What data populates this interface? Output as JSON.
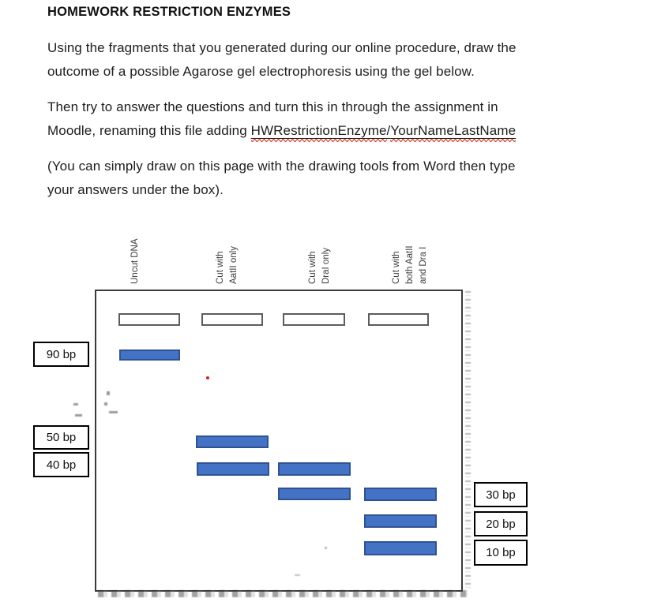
{
  "document": {
    "title": "HOMEWORK RESTRICTION ENZYMES",
    "p1_l1": "Using the fragments that you generated during our online procedure, draw the",
    "p1_l2": "outcome of a possible Agarose gel electrophoresis using the gel below.",
    "p2_l1": "Then try to answer the questions and turn this in through the assignment in",
    "p2_l2_prefix": "Moodle, renaming this file adding ",
    "p2_filename_part1": "HWRestrictionEnzyme",
    "p2_filename_slash": "/",
    "p2_filename_part2": "YourNameLastName",
    "p3_l1": "(You can simply draw on this page with the drawing tools from Word then type",
    "p3_l2": "your answers under the box)."
  },
  "gel": {
    "lanes": [
      {
        "label_lines": [
          "Uncut DNA"
        ],
        "bands_bp": [
          90
        ]
      },
      {
        "label_lines": [
          "Cut with",
          "AatII only"
        ],
        "bands_bp": [
          50,
          40
        ]
      },
      {
        "label_lines": [
          "Cut with",
          "DraI only"
        ],
        "bands_bp": [
          40,
          30
        ]
      },
      {
        "label_lines": [
          "Cut with",
          "both AatII",
          "and Dra I"
        ],
        "bands_bp": [
          30,
          20,
          10
        ]
      }
    ],
    "left_markers": [
      {
        "label": "90 bp"
      },
      {
        "label": "50 bp"
      },
      {
        "label": "40 bp"
      }
    ],
    "right_markers": [
      {
        "label": "30 bp"
      },
      {
        "label": "20 bp"
      },
      {
        "label": "10 bp"
      }
    ],
    "colors": {
      "band_fill": "#4472C4",
      "band_border": "#2E5395",
      "spellcheck_squiggle": "#E23B2E"
    }
  }
}
